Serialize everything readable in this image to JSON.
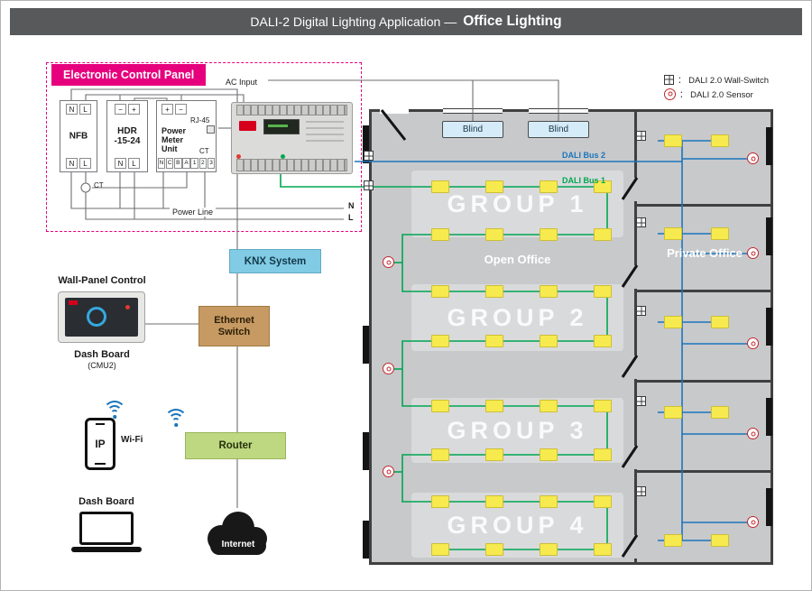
{
  "title": {
    "main": "DALI-2 Digital Lighting Application —",
    "highlight": "Office Lighting"
  },
  "control_panel": {
    "label": "Electronic Control Panel",
    "nfb": {
      "name": "NFB",
      "top": [
        "N",
        "L"
      ],
      "bottom": [
        "N",
        "L"
      ]
    },
    "hdr": {
      "name_line1": "HDR",
      "name_line2": "-15-24",
      "top": [
        "−",
        "+"
      ],
      "bottom": [
        "N",
        "L"
      ]
    },
    "pmu": {
      "name_line1": "Power",
      "name_line2": "Meter",
      "name_line3": "Unit",
      "top": [
        "+",
        "−"
      ],
      "rj45": "RJ-45",
      "ct": "CT",
      "bottom": [
        "N",
        "C",
        "B",
        "A",
        "1",
        "2",
        "3"
      ]
    },
    "ct_wire": "CT",
    "power_line": "Power Line",
    "neutral": "N",
    "line": "L"
  },
  "controller": {
    "ac_input": "AC Input"
  },
  "knx": {
    "label": "KNX System"
  },
  "ethernet_switch": {
    "line1": "Ethernet",
    "line2": "Switch"
  },
  "router": {
    "label": "Router"
  },
  "wall_panel": {
    "title": "Wall-Panel Control",
    "caption": "Dash Board",
    "model": "(CMU2)"
  },
  "phone": {
    "label": "IP"
  },
  "wifi": {
    "label": "Wi-Fi"
  },
  "laptop": {
    "caption": "Dash Board"
  },
  "internet": {
    "label": "Internet"
  },
  "legend": {
    "wall_switch": "： DALI 2.0 Wall-Switch",
    "sensor": "： DALI 2.0 Sensor"
  },
  "floor_plan": {
    "blind1": "Blind",
    "blind2": "Blind",
    "dali_bus1": "DALI Bus 1",
    "dali_bus2": "DALI Bus 2",
    "open_office": "Open Office",
    "private_office": "Private Office",
    "groups": [
      "GROUP 1",
      "GROUP 2",
      "GROUP 3",
      "GROUP 4"
    ]
  },
  "colors": {
    "accent_pink": "#e6007e",
    "titlebar_gray": "#58595b",
    "dali_bus1_green": "#00a651",
    "dali_bus2_blue": "#1b75bc",
    "sensor_red": "#c1272d",
    "light_yellow": "#f7ea4e",
    "knx_blue": "#82cbe5",
    "ethernet_tan": "#c69a62",
    "router_green": "#bdd880"
  }
}
